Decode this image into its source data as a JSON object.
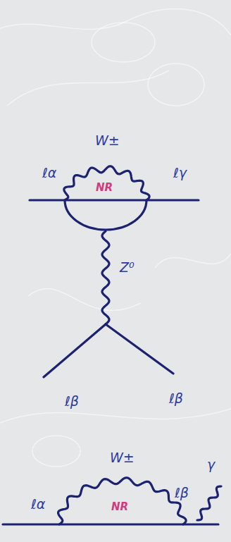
{
  "diagram": {
    "labels": [
      "W±",
      "ℓα",
      "ℓγ",
      "NR",
      "Z⁰",
      "ℓβ",
      "ℓβ",
      "W±",
      "γ",
      "ℓβ",
      "ℓα",
      "NR"
    ]
  }
}
